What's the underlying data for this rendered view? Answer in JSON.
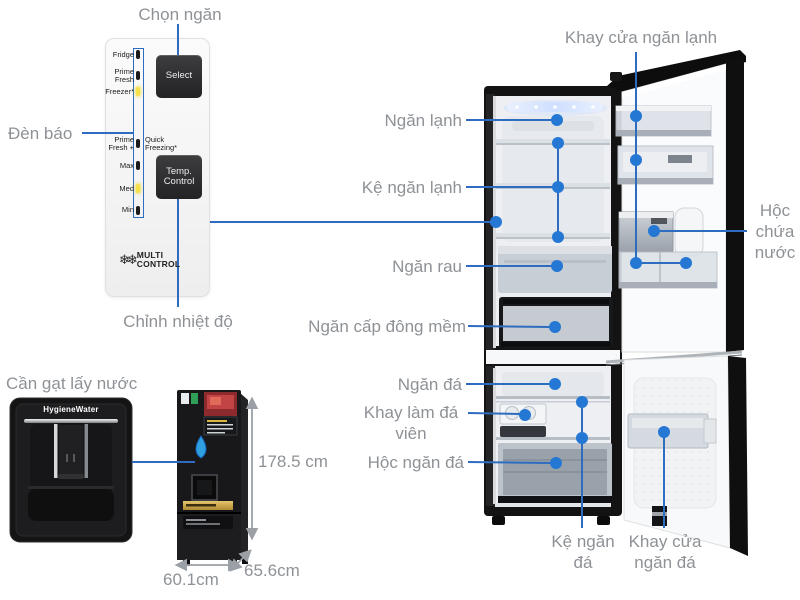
{
  "colors": {
    "callout_line": "#2d6cbe",
    "callout_dot": "#2478d4",
    "label_gray": "#8e9296",
    "led_on_yellow": "#f5e14a",
    "led_off_black": "#1b1b1d",
    "fridge_body_black": "#131313",
    "panel_background": "#f5f5f5"
  },
  "control_panel": {
    "title": "Chọn ngăn",
    "indicator_label": "Đèn báo",
    "temperature_label": "Chỉnh nhiệt độ",
    "select_button": "Select",
    "temp_control_button": "Temp. Control",
    "zones": [
      {
        "label": "Fridge",
        "led": "off"
      },
      {
        "label": "Prime Fresh",
        "led": "off"
      },
      {
        "label": "Freezer*",
        "led": "on"
      }
    ],
    "modes": [
      {
        "label": "Prime Fresh +",
        "led": "off"
      },
      {
        "label": "Quick Freezing*",
        "led": "off"
      },
      {
        "label": "Max",
        "led": "off"
      },
      {
        "label": "Med",
        "led": "on"
      },
      {
        "label": "Min",
        "led": "off"
      }
    ],
    "logo": "MULTI CONTROL"
  },
  "callouts": {
    "khay_cua_ngan_lanh": "Khay cửa ngăn lạnh",
    "ngan_lanh": "Ngăn lạnh",
    "ke_ngan_lanh": "Kệ ngăn lạnh",
    "hoc_chua_nuoc": "Hộc chứa nước",
    "ngan_rau": "Ngăn rau",
    "ngan_cap_dong_mem": "Ngăn cấp đông mềm",
    "ngan_da": "Ngăn đá",
    "khay_lam_da_vien": "Khay làm đá viên",
    "hoc_ngan_da": "Hộc ngăn đá",
    "ke_ngan_da": "Kệ ngăn đá",
    "khay_cua_ngan_da": "Khay cửa ngăn đá"
  },
  "dimensions": {
    "height": "178.5 cm",
    "width": "60.1cm",
    "depth": "65.6cm"
  },
  "dispenser": {
    "label": "Cần gạt lấy nước",
    "brand": "HygieneWater"
  }
}
